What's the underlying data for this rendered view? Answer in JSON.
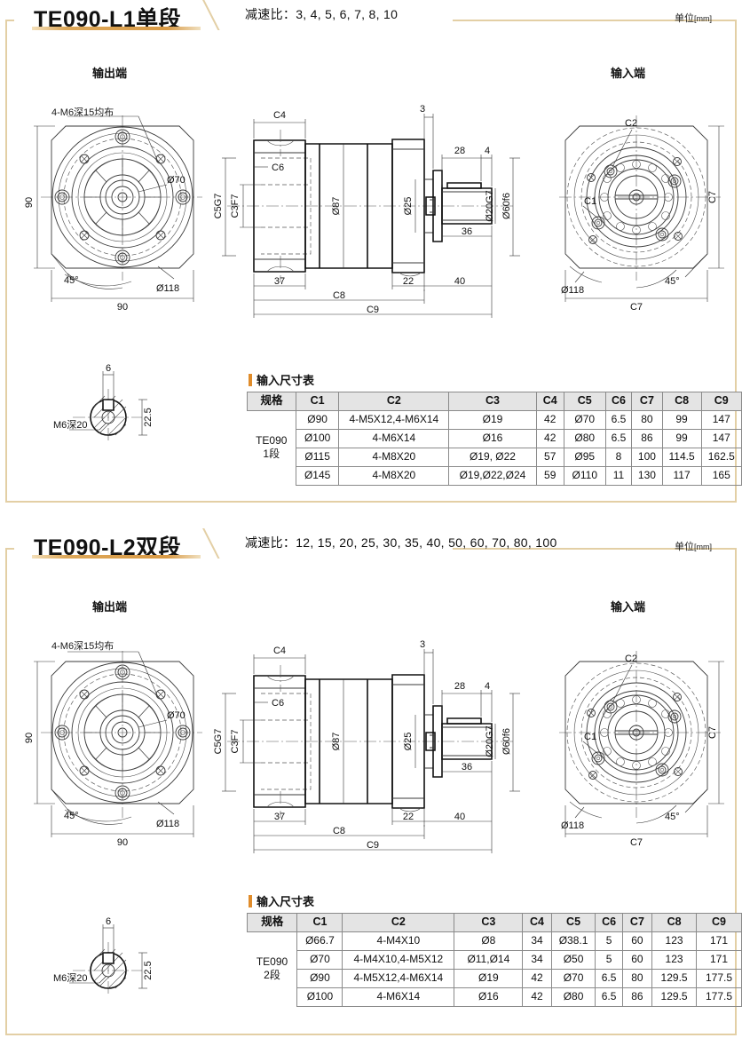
{
  "unit_label": "单位",
  "unit_value": "[mm]",
  "sections": [
    {
      "title": "TE090-L1单段",
      "ratio_label": "减速比：",
      "ratio_values": "3, 4, 5, 6, 7, 8, 10",
      "views": {
        "output_title": "输出端",
        "input_title": "输入端"
      },
      "output_view": {
        "bolt_note": "4-M6深15均布",
        "dim_left": "90",
        "dim_bottom": "90",
        "angle": "45°",
        "dia_outer": "Ø118",
        "dia_inner": "Ø70"
      },
      "section_view": {
        "c4": "C4",
        "c6": "C6",
        "c3f7": "C3F7",
        "c5g7": "C5G7",
        "d87": "Ø87",
        "d25": "Ø25",
        "d20g7": "Ø20G7",
        "d60f6": "Ø60f6",
        "v3": "3",
        "v28": "28",
        "v4": "4",
        "v36": "36",
        "v37": "37",
        "v22": "22",
        "v40": "40",
        "c8": "C8",
        "c9": "C9"
      },
      "input_view": {
        "c1": "C1",
        "c2": "C2",
        "c7_right": "C7",
        "c7_bottom": "C7",
        "angle": "45°",
        "dia_outer": "Ø118"
      },
      "key_detail": {
        "width": "6",
        "height": "22.5",
        "thread": "M6深20"
      },
      "table": {
        "title": "输入尺寸表",
        "spec_label": "TE090\n1段",
        "spec_line1": "TE090",
        "spec_line2": "1段",
        "headers": [
          "规格",
          "C1",
          "C2",
          "C3",
          "C4",
          "C5",
          "C6",
          "C7",
          "C8",
          "C9"
        ],
        "rows": [
          [
            "Ø90",
            "4-M5X12,4-M6X14",
            "Ø19",
            "42",
            "Ø70",
            "6.5",
            "80",
            "99",
            "147"
          ],
          [
            "Ø100",
            "4-M6X14",
            "Ø16",
            "42",
            "Ø80",
            "6.5",
            "86",
            "99",
            "147"
          ],
          [
            "Ø115",
            "4-M8X20",
            "Ø19, Ø22",
            "57",
            "Ø95",
            "8",
            "100",
            "114.5",
            "162.5"
          ],
          [
            "Ø145",
            "4-M8X20",
            "Ø19,Ø22,Ø24",
            "59",
            "Ø110",
            "11",
            "130",
            "117",
            "165"
          ]
        ]
      }
    },
    {
      "title": "TE090-L2双段",
      "ratio_label": "减速比：",
      "ratio_values": "12, 15, 20, 25, 30, 35, 40, 50, 60, 70, 80, 100",
      "views": {
        "output_title": "输出端",
        "input_title": "输入端"
      },
      "output_view": {
        "bolt_note": "4-M6深15均布",
        "dim_left": "90",
        "dim_bottom": "90",
        "angle": "45°",
        "dia_outer": "Ø118",
        "dia_inner": "Ø70"
      },
      "section_view": {
        "c4": "C4",
        "c6": "C6",
        "c3f7": "C3F7",
        "c5g7": "C5G7",
        "d87": "Ø87",
        "d25": "Ø25",
        "d20g7": "Ø20G7",
        "d60f6": "Ø60f6",
        "v3": "3",
        "v28": "28",
        "v4": "4",
        "v36": "36",
        "v37": "37",
        "v22": "22",
        "v40": "40",
        "c8": "C8",
        "c9": "C9"
      },
      "input_view": {
        "c1": "C1",
        "c2": "C2",
        "c7_right": "C7",
        "c7_bottom": "C7",
        "angle": "45°",
        "dia_outer": "Ø118"
      },
      "key_detail": {
        "width": "6",
        "height": "22.5",
        "thread": "M6深20"
      },
      "table": {
        "title": "输入尺寸表",
        "spec_line1": "TE090",
        "spec_line2": "2段",
        "headers": [
          "规格",
          "C1",
          "C2",
          "C3",
          "C4",
          "C5",
          "C6",
          "C7",
          "C8",
          "C9"
        ],
        "rows": [
          [
            "Ø66.7",
            "4-M4X10",
            "Ø8",
            "34",
            "Ø38.1",
            "5",
            "60",
            "123",
            "171"
          ],
          [
            "Ø70",
            "4-M4X10,4-M5X12",
            "Ø11,Ø14",
            "34",
            "Ø50",
            "5",
            "60",
            "123",
            "171"
          ],
          [
            "Ø90",
            "4-M5X12,4-M6X14",
            "Ø19",
            "42",
            "Ø70",
            "6.5",
            "80",
            "129.5",
            "177.5"
          ],
          [
            "Ø100",
            "4-M6X14",
            "Ø16",
            "42",
            "Ø80",
            "6.5",
            "86",
            "129.5",
            "177.5"
          ]
        ]
      }
    }
  ],
  "colors": {
    "accent_orange": "#e08c2b",
    "frame_tan": "#e3cfa5",
    "header_gray": "#e4e4e4",
    "line_dark": "#3a3a3a"
  }
}
